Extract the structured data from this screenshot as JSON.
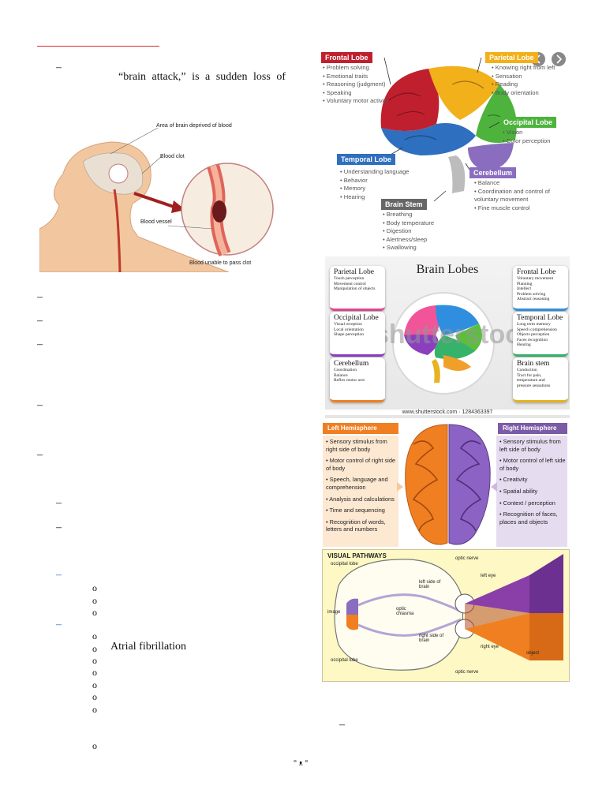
{
  "doc": {
    "dash": "–",
    "circle": "o",
    "intro_text": "“brain attack,” is a sudden loss of",
    "atrial_fibrillation": "Atrial fibrillation",
    "page_footer": "° ᴥ °"
  },
  "stroke_figure": {
    "area_label": "Area of brain deprived of blood",
    "clot_label": "Blood clot",
    "vessel_label": "Blood vessel",
    "unable_label": "Blood unable to pass clot"
  },
  "lobes_figure": {
    "frontal": {
      "title": "Frontal Lobe",
      "items": [
        "Problem solving",
        "Emotional traits",
        "Reasoning (judgment)",
        "Speaking",
        "Voluntary motor activity"
      ]
    },
    "parietal": {
      "title": "Parietal Lobe",
      "items": [
        "Knowing right from left",
        "Sensation",
        "Reading",
        "Body orientation"
      ]
    },
    "occipital": {
      "title": "Occipital Lobe",
      "items": [
        "Vision",
        "Color perception"
      ]
    },
    "temporal": {
      "title": "Temporal Lobe",
      "items": [
        "Understanding language",
        "Behavior",
        "Memory",
        "Hearing"
      ]
    },
    "cerebellum": {
      "title": "Cerebellum",
      "items": [
        "Balance",
        "Coordination and control of voluntary movement",
        "Fine muscle control"
      ]
    },
    "brainstem": {
      "title": "Brain Stem",
      "items": [
        "Breathing",
        "Body temperature",
        "Digestion",
        "Alertness/sleep",
        "Swallowing"
      ]
    },
    "colors": {
      "frontal": "#c0202e",
      "parietal": "#f2b01a",
      "occipital": "#4db33d",
      "temporal": "#2f6fbf",
      "cerebellum": "#8a6dbf",
      "brainstem": "#8a8a8a"
    }
  },
  "brain_lobes_chart": {
    "title": "Brain Lobes",
    "watermark": "shutterstock",
    "credit": "www.shutterstock.com · 1284363397",
    "cards": {
      "parietal": {
        "title": "Parietal Lobe",
        "desc": "Touch perception\nMovement control\nManipulation of objects"
      },
      "occipital": {
        "title": "Occipital Lobe",
        "desc": "Visual reception\nLocal orientation\nShape perception"
      },
      "cerebellum": {
        "title": "Cerebellum",
        "desc": "Coordination\nBalance\nReflex motor acts"
      },
      "frontal": {
        "title": "Frontal Lobe",
        "desc": "Voluntary movement\nPlanning\nIntellect\nProblem solving\nAbstract reasoning"
      },
      "temporal": {
        "title": "Temporal Lobe",
        "desc": "Long term memory\nSpeech comprehension\nObjects perception\nFaces recognition\nHearing"
      },
      "brainstem": {
        "title": "Brain stem",
        "desc": "Conduction\nTract for pain,\ntemperature and\npressure sensations"
      }
    }
  },
  "hemispheres": {
    "left_title": "Left Hemisphere",
    "right_title": "Right Hemisphere",
    "left_items": [
      "Sensory stimulus from right side of body",
      "Motor control of right side of body",
      "Speech, language and comprehension",
      "Analysis and calculations",
      "Time and sequencing",
      "Recognition of words, letters and numbers"
    ],
    "right_items": [
      "Sensory stimulus from left side of body",
      "Motor control of left side of body",
      "Creativity",
      "Spatial ability",
      "Context / perception",
      "Recognition of faces, places and objects"
    ],
    "left_color": "#f07f22",
    "right_color": "#7b5aa6"
  },
  "visual_pathways": {
    "title": "VISUAL PATHWAYS",
    "occipital_top": "occipital lobe",
    "occipital_bottom": "occipital lobe",
    "optic_nerve_top": "optic nerve",
    "optic_nerve_bottom": "optic nerve",
    "left_eye": "left eye",
    "right_eye": "right eye",
    "left_brain": "left side of brain",
    "right_brain": "right side of brain",
    "chiasma": "optic chiasma",
    "image": "image",
    "object": "object"
  }
}
